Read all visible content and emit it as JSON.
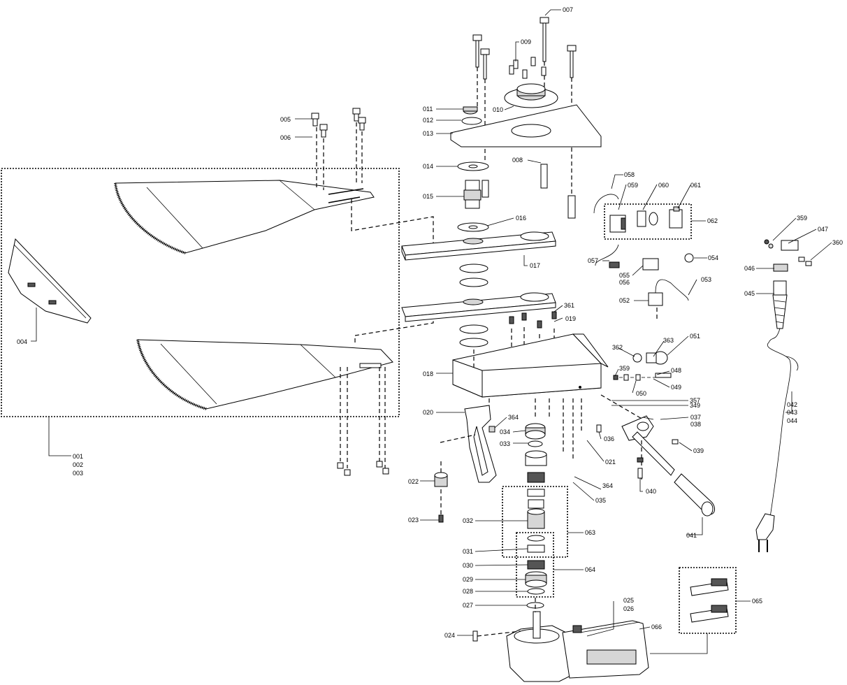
{
  "labels": {
    "p001": "001",
    "p002": "002",
    "p003": "003",
    "p004": "004",
    "p005": "005",
    "p006": "006",
    "p007": "007",
    "p008": "008",
    "p009": "009",
    "p010": "010",
    "p011": "011",
    "p012": "012",
    "p013": "013",
    "p014": "014",
    "p015": "015",
    "p016": "016",
    "p017": "017",
    "p018": "018",
    "p019": "019",
    "p020": "020",
    "p021": "021",
    "p022": "022",
    "p023": "023",
    "p024": "024",
    "p025": "025",
    "p026": "026",
    "p027": "027",
    "p028": "028",
    "p029": "029",
    "p030": "030",
    "p031": "031",
    "p032": "032",
    "p033": "033",
    "p034": "034",
    "p035": "035",
    "p036": "036",
    "p037": "037",
    "p038": "038",
    "p039": "039",
    "p040": "040",
    "p041": "041",
    "p042": "042",
    "p043": "043",
    "p044": "044",
    "p045": "045",
    "p046": "046",
    "p047": "047",
    "p048": "048",
    "p049": "049",
    "p050": "050",
    "p051": "051",
    "p052": "052",
    "p053": "053",
    "p054": "054",
    "p055": "055",
    "p056": "056",
    "p057": "057",
    "p058": "058",
    "p059": "059",
    "p060": "060",
    "p061": "061",
    "p062": "062",
    "p063": "063",
    "p064": "064",
    "p065": "065",
    "p066": "066",
    "p349": "349",
    "p357": "357",
    "p359a": "359",
    "p359b": "359",
    "p360": "360",
    "p361": "361",
    "p362": "362",
    "p363": "363",
    "p364a": "364",
    "p364b": "364"
  }
}
